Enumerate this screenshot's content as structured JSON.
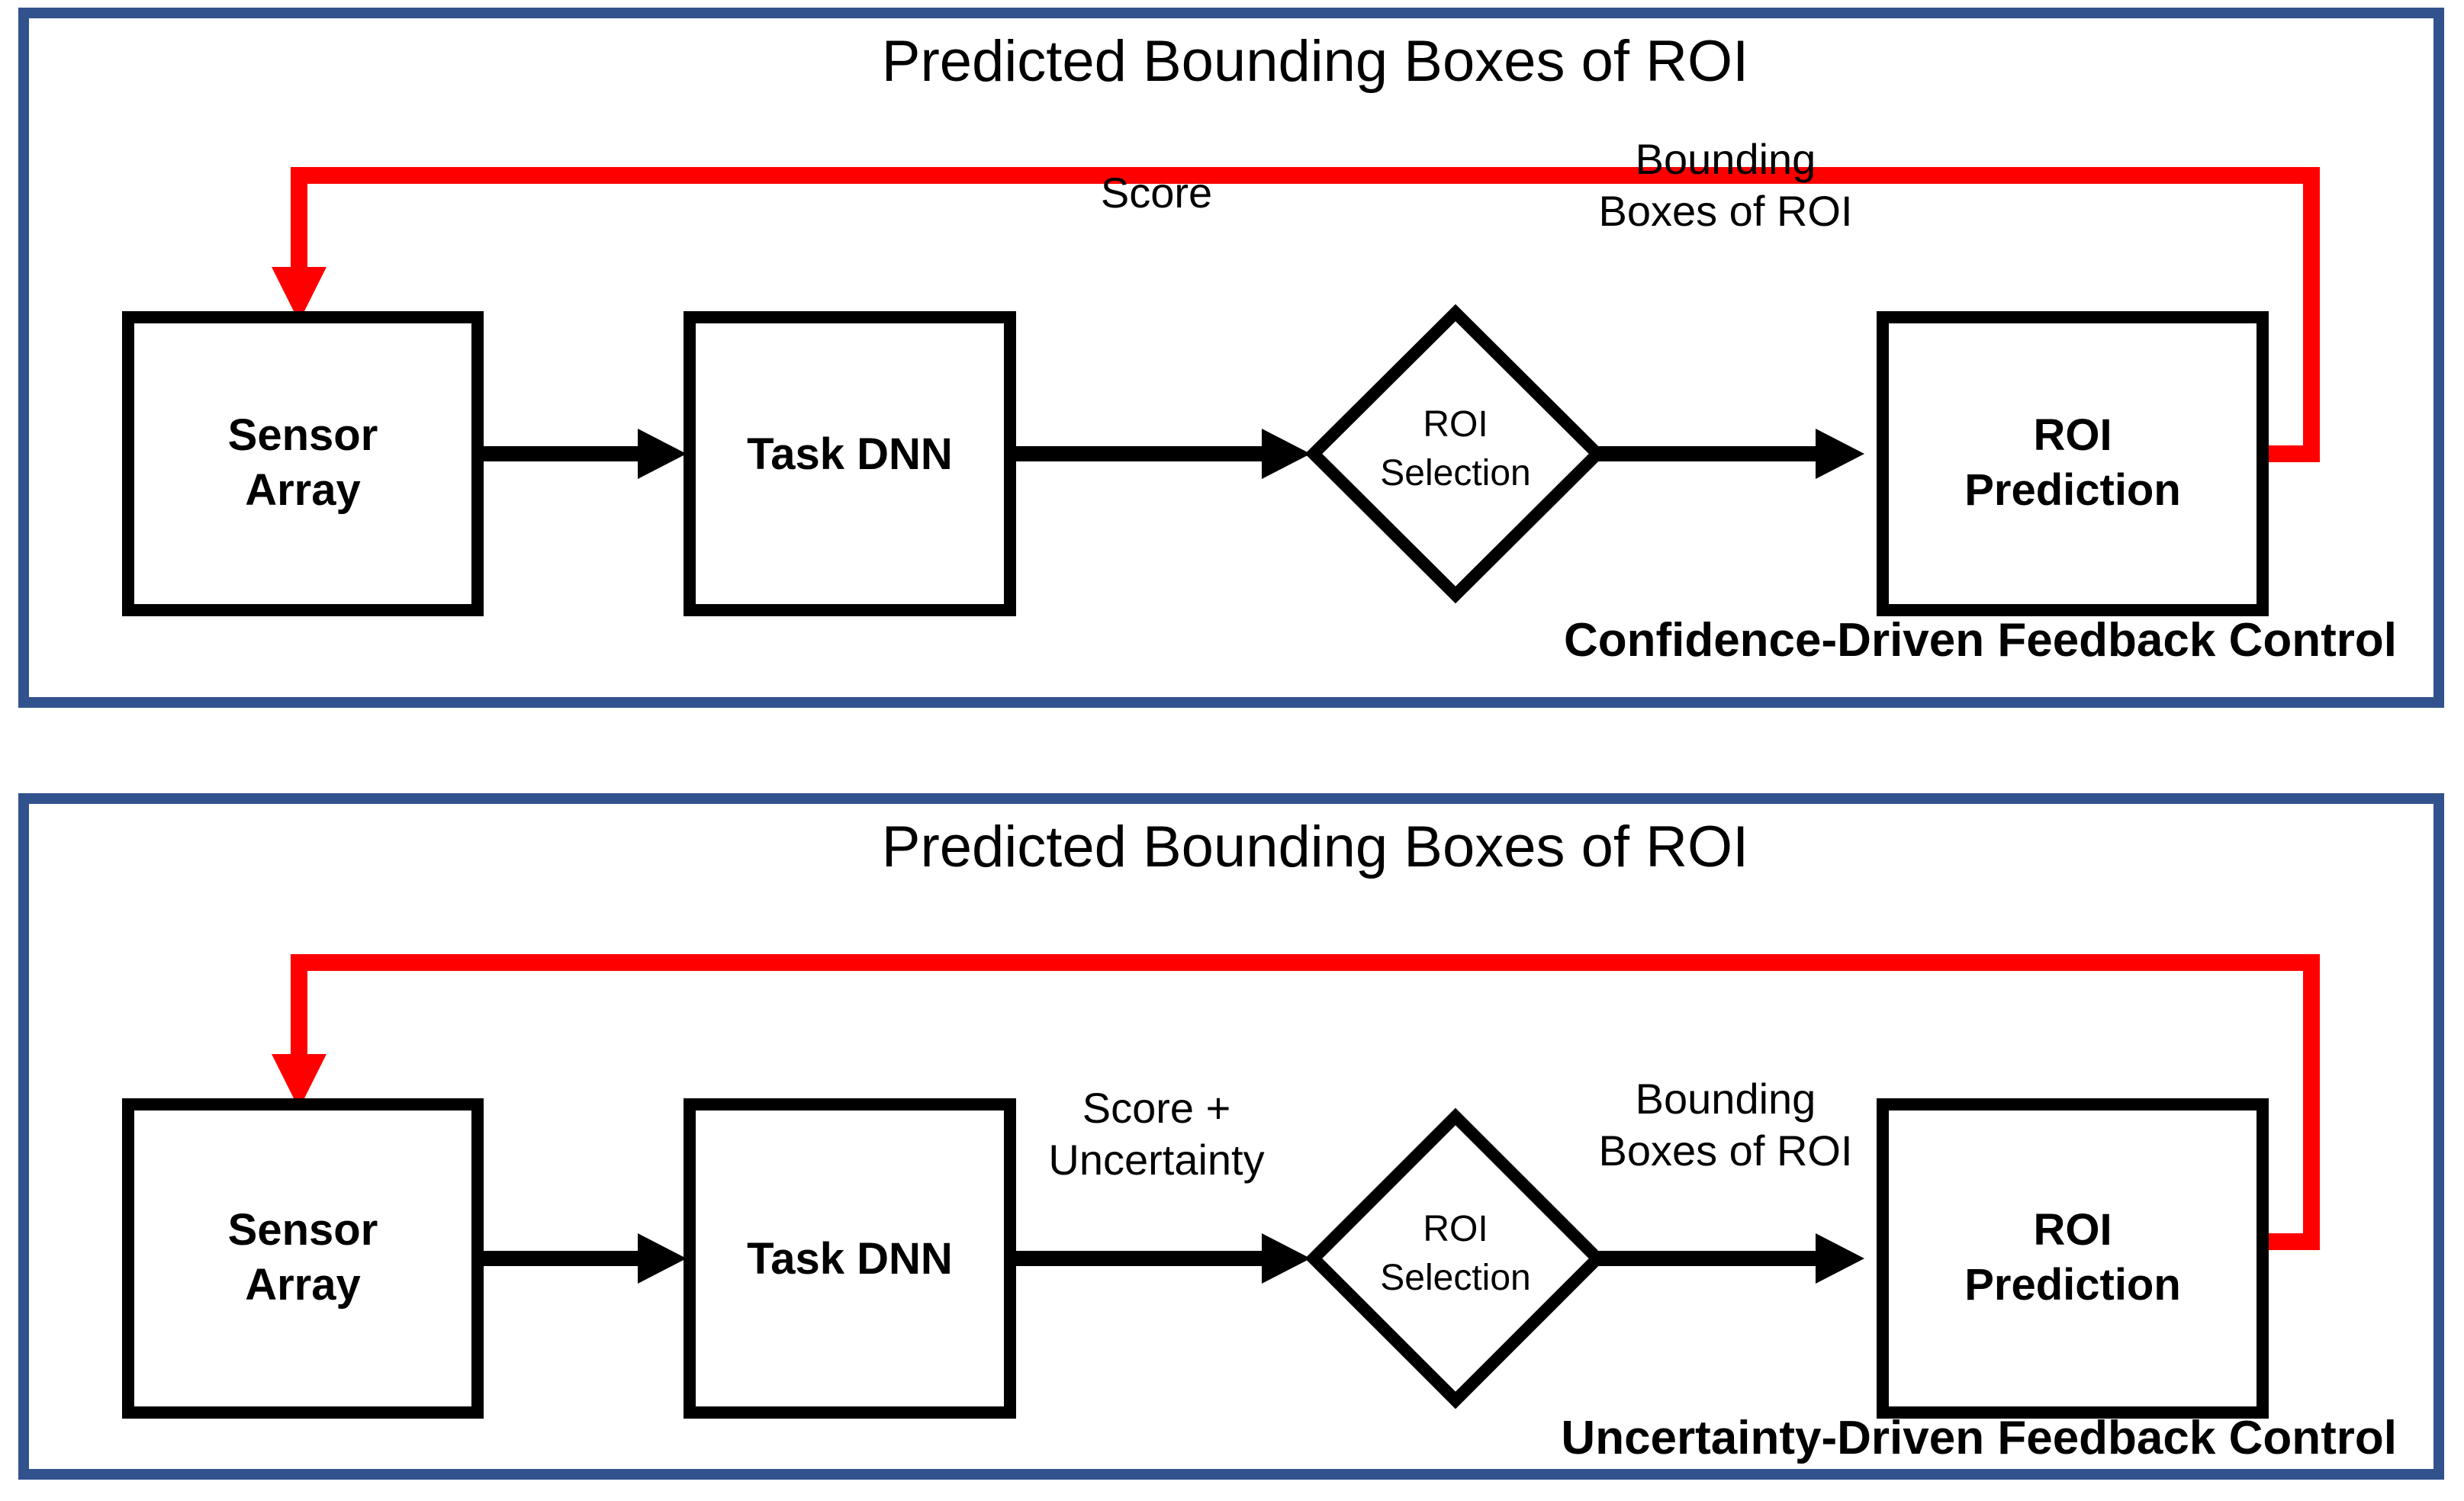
{
  "figure": {
    "background_color": "#ffffff",
    "panel_border_color": "#31528C",
    "feedback_color": "#FF0000",
    "node_color": "#000000"
  },
  "panels": [
    {
      "id": "confidence-panel",
      "title": "Predicted Bounding Boxes of ROI",
      "caption": "Confidence-Driven Feedback Control",
      "nodes": [
        {
          "id": "sensor-array",
          "shape": "rect",
          "line1": "Sensor",
          "line2": "Array"
        },
        {
          "id": "task-dnn",
          "shape": "rect",
          "line1": "Task DNN",
          "line2": ""
        },
        {
          "id": "roi-selection",
          "shape": "diamond",
          "line1": "ROI",
          "line2": "Selection"
        },
        {
          "id": "roi-prediction",
          "shape": "rect",
          "line1": "ROI",
          "line2": "Prediction"
        }
      ],
      "edges": [
        {
          "id": "sensor-to-dnn",
          "label_line1": "",
          "label_line2": ""
        },
        {
          "id": "dnn-to-selection",
          "label_line1": "Score",
          "label_line2": ""
        },
        {
          "id": "selection-to-pred",
          "label_line1": "Bounding",
          "label_line2": "Boxes of ROI"
        },
        {
          "id": "pred-feedback",
          "label_line1": "Predicted Bounding Boxes of ROI",
          "label_line2": ""
        }
      ]
    },
    {
      "id": "uncertainty-panel",
      "title": "Predicted Bounding Boxes of ROI",
      "caption": "Uncertainty-Driven Feedback Control",
      "nodes": [
        {
          "id": "sensor-array",
          "shape": "rect",
          "line1": "Sensor",
          "line2": "Array"
        },
        {
          "id": "task-dnn",
          "shape": "rect",
          "line1": "Task DNN",
          "line2": ""
        },
        {
          "id": "roi-selection",
          "shape": "diamond",
          "line1": "ROI",
          "line2": "Selection"
        },
        {
          "id": "roi-prediction",
          "shape": "rect",
          "line1": "ROI",
          "line2": "Prediction"
        }
      ],
      "edges": [
        {
          "id": "sensor-to-dnn",
          "label_line1": "",
          "label_line2": ""
        },
        {
          "id": "dnn-to-selection",
          "label_line1": "Score +",
          "label_line2": "Uncertainty"
        },
        {
          "id": "selection-to-pred",
          "label_line1": "Bounding",
          "label_line2": "Boxes of ROI"
        },
        {
          "id": "pred-feedback",
          "label_line1": "Predicted Bounding Boxes of ROI",
          "label_line2": ""
        }
      ]
    }
  ]
}
